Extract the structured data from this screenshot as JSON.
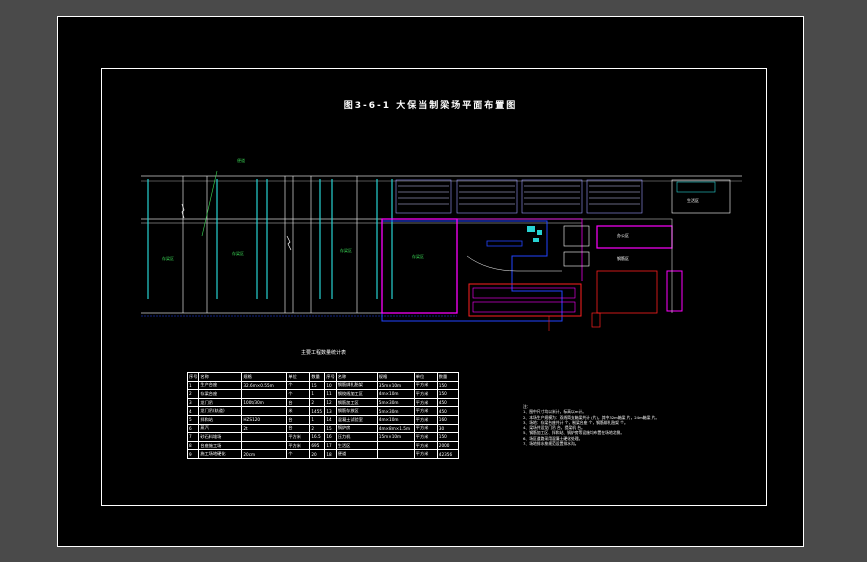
{
  "drawing": {
    "title": "图3-6-1  大保当制梁场平面布置图",
    "labels": {
      "left_road": "便道",
      "left_area": "存梁区",
      "mid_area_1": "存梁区",
      "mid_area_2": "存梁区",
      "mid_area_3": "存梁区",
      "office": "办公区",
      "office2": "生活区",
      "hall": "钢筋区"
    }
  },
  "table": {
    "title": "主要工程数量统计表",
    "headers": [
      "序号",
      "名称",
      "规格",
      "单位",
      "数量",
      "序号",
      "名称",
      "规格",
      "单位",
      "数量"
    ],
    "rows": [
      [
        "1",
        "生产台座",
        "32.6m×0.55m",
        "个",
        "15",
        "10",
        "钢筋绑扎胎架",
        "35m×10m",
        "平方米",
        "150"
      ],
      [
        "2",
        "存梁台座",
        "",
        "个",
        "1",
        "11",
        "钢绞线加工区",
        "4m×10m",
        "平方米",
        "150"
      ],
      [
        "3",
        "龙门吊",
        "100t/30m",
        "台",
        "2",
        "12",
        "钢筋加工区",
        "5m×30m",
        "平方米",
        "450"
      ],
      [
        "4",
        "龙门吊(轨道)",
        "",
        "米",
        "1455",
        "13",
        "钢筋存放区",
        "5m×30m",
        "平方米",
        "450"
      ],
      [
        "5",
        "拌和站",
        "HZS120",
        "台",
        "1",
        "14",
        "混凝土试验室",
        "4m×10m",
        "平方米",
        "160"
      ],
      [
        "6",
        "蒸汽",
        "2t",
        "台",
        "2",
        "15",
        "锅炉房",
        "4m×8m×1.5m",
        "平方米",
        "30"
      ],
      [
        "7",
        "砂石料堆场",
        "",
        "平方米",
        "16.5",
        "16",
        "压力机",
        "15m×10m",
        "平方米",
        "150"
      ],
      [
        "8",
        "台座施工场",
        "",
        "平方米",
        "695",
        "17",
        "生活区",
        "",
        "平方米",
        "2000"
      ],
      [
        "9",
        "施工场地硬化",
        "20cm",
        "个",
        "20",
        "18",
        "便道",
        "",
        "平方米",
        "42356"
      ]
    ]
  },
  "notes": [
    "注：",
    "1、图中尺寸均以米计，标高以m计。",
    "2、本场生产规模为：双线简支箱梁共计 (片)，其中32m箱梁 片，24m箱梁 片。",
    "3、场地：存梁台座共计 个，制梁台座 个，钢筋绑扎胎架 个。",
    "4、梁场共设龙门吊 台，提梁机 台。",
    "5、钢筋加工区、拌和站、锅炉房等设施均布置在场地北侧。",
    "6、场区道路采用混凝土硬化处理。",
    "7、场地排水按规范设置排水沟。"
  ],
  "colors": {
    "cyan": "#27d3d3",
    "magenta": "#ff00ff",
    "red": "#ff2020",
    "blue": "#2244ff",
    "green": "#39d353",
    "yellow": "#ffff00"
  }
}
